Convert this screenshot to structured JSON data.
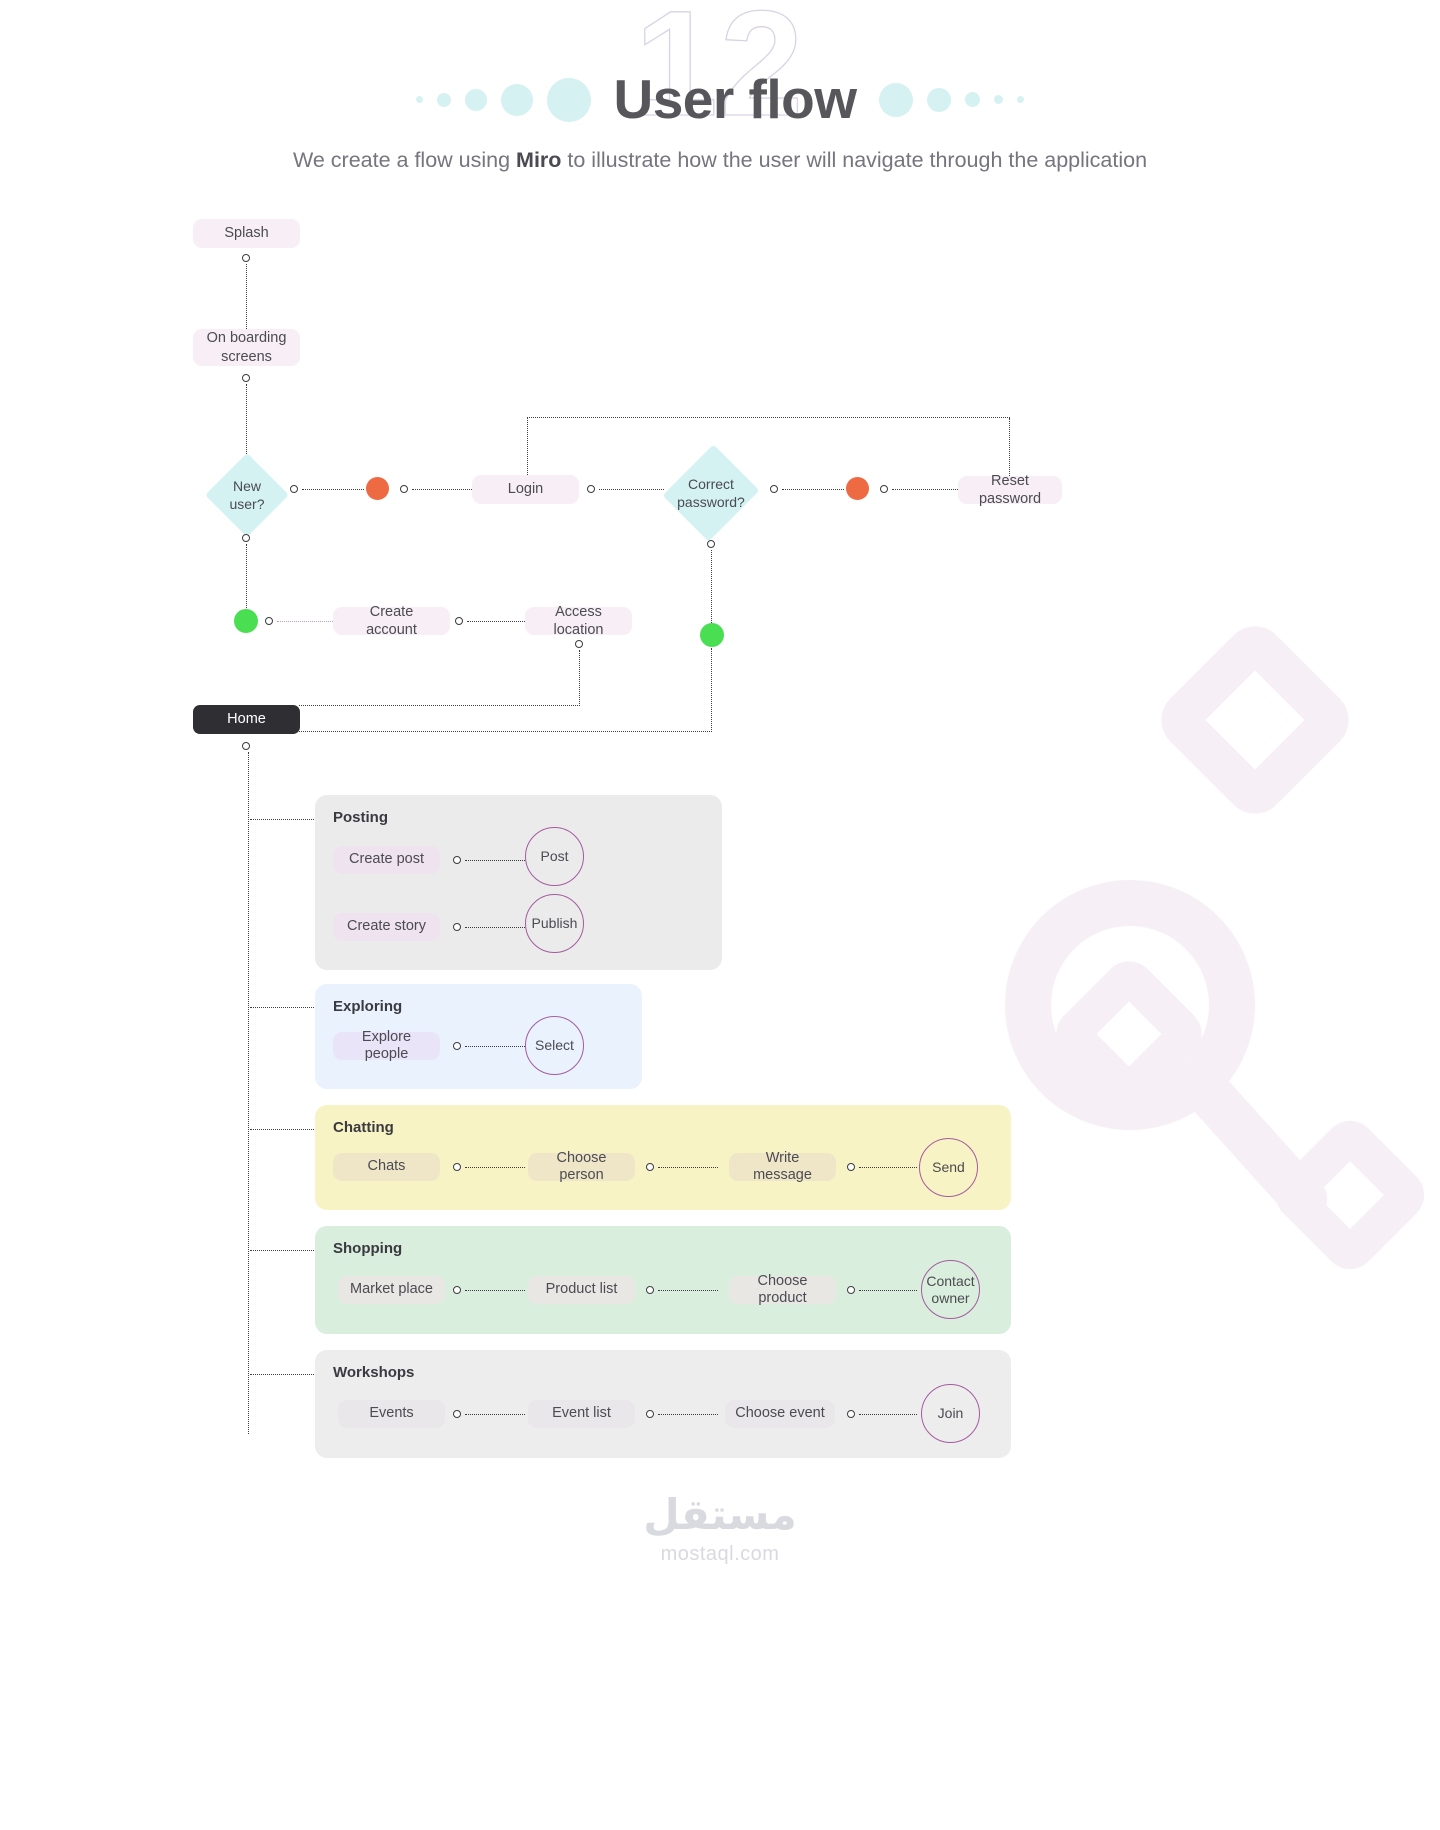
{
  "header": {
    "slide_number": "12",
    "title": "User flow",
    "subtitle_before": "We create a flow using ",
    "subtitle_bold": "Miro",
    "subtitle_after": " to illustrate how the user will navigate through the application"
  },
  "flow": {
    "splash": "Splash",
    "onboarding": "On boarding\nscreens",
    "new_user": "New\nuser?",
    "login": "Login",
    "correct_password": "Correct\npassword?",
    "reset_password": "Reset password",
    "create_account": "Create account",
    "access_location": "Access location",
    "home": "Home"
  },
  "sections": [
    {
      "id": "posting",
      "title": "Posting",
      "bg": "#ebebeb",
      "chip_bg": "#eee3ef",
      "rows": [
        {
          "steps": [
            "Create post"
          ],
          "end": "Post"
        },
        {
          "steps": [
            "Create story"
          ],
          "end": "Publish"
        }
      ]
    },
    {
      "id": "exploring",
      "title": "Exploring",
      "bg": "#e9f2fd",
      "chip_bg": "#e9e4f8",
      "rows": [
        {
          "steps": [
            "Explore people"
          ],
          "end": "Select"
        }
      ]
    },
    {
      "id": "chatting",
      "title": "Chatting",
      "bg": "#f8f3c4",
      "chip_bg": "#efe6c8",
      "rows": [
        {
          "steps": [
            "Chats",
            "Choose person",
            "Write message"
          ],
          "end": "Send"
        }
      ]
    },
    {
      "id": "shopping",
      "title": "Shopping",
      "bg": "#d9eedd",
      "chip_bg": "#e9e7e4",
      "rows": [
        {
          "steps": [
            "Market place",
            "Product list",
            "Choose product"
          ],
          "end": "Contact\nowner"
        }
      ]
    },
    {
      "id": "workshops",
      "title": "Workshops",
      "bg": "#ededed",
      "chip_bg": "#e9e7e9",
      "rows": [
        {
          "steps": [
            "Events",
            "Event list",
            "Choose event"
          ],
          "end": "Join"
        }
      ]
    }
  ],
  "footer": {
    "brand": "مستقل",
    "url": "mostaql.com"
  },
  "colors": {
    "decision": "#d4f2f2",
    "node": "#f7eef6",
    "no_marker": "#ed6a42",
    "yes_marker": "#4ade52",
    "home": "#2f2f33",
    "circle_stroke": "#a45ba0",
    "accent_dot": "#d5f1f1"
  }
}
